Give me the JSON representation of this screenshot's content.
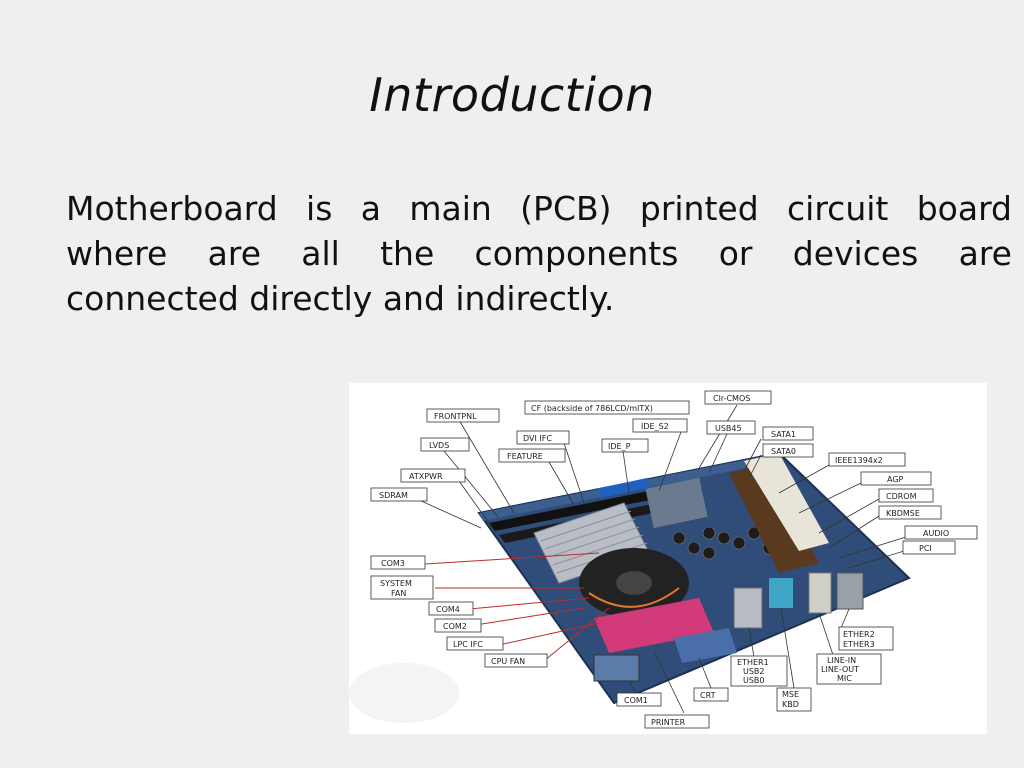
{
  "slide": {
    "title": "Introduction",
    "body_lines": [
      "Motherboard is a main (PCB) printed circuit board",
      "where are all the components or devices are",
      "connected directly and indirectly."
    ]
  },
  "figure": {
    "labels": {
      "frontpnl": "FRONTPNL",
      "cf": "CF (backside of 786LCD/mITX)",
      "clr_cmos": "Clr-CMOS",
      "lvds": "LVDS",
      "dvi_ifc": "DVI IFC",
      "ide_s2": "IDE_S2",
      "usb45": "USB45",
      "sata1": "SATA1",
      "feature": "FEATURE",
      "ide_p": "IDE_P",
      "sata0": "SATA0",
      "ieee1394": "IEEE1394x2",
      "atxpwr": "ATXPWR",
      "agp": "AGP",
      "sdram": "SDRAM",
      "cdrom": "CDROM",
      "kbdmse": "KBDMSE",
      "audio": "AUDIO",
      "pci": "PCI",
      "com3": "COM3",
      "system_fan_1": "SYSTEM",
      "system_fan_2": "FAN",
      "com4": "COM4",
      "com2": "COM2",
      "ether2": "ETHER2",
      "ether3": "ETHER3",
      "lpc_ifc": "LPC IFC",
      "cpu_fan": "CPU FAN",
      "line_in": "LINE-IN",
      "line_out": "LINE-OUT",
      "mic": "MIC",
      "ether1": "ETHER1",
      "usb2": "USB2",
      "usb0": "USB0",
      "crt": "CRT",
      "mse": "MSE",
      "kbd": "KBD",
      "com1": "COM1",
      "printer": "PRINTER"
    }
  },
  "colors": {
    "background": "#efefef",
    "text": "#111111",
    "board": "#2f4d78",
    "leader": "#c0292b"
  }
}
